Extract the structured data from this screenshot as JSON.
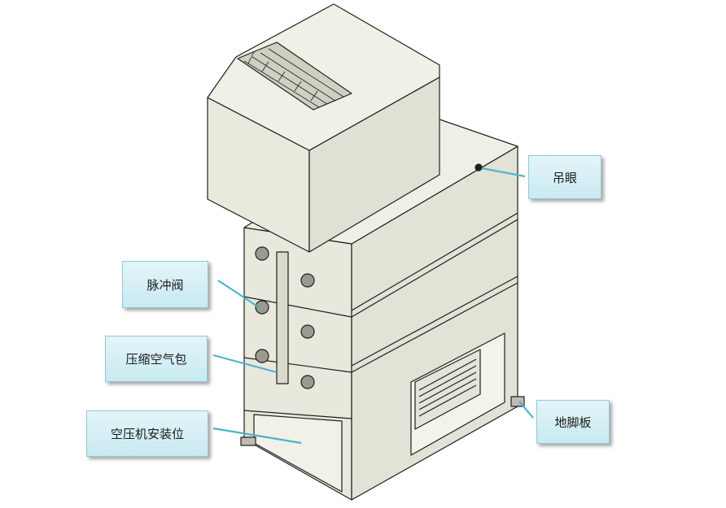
{
  "callouts": {
    "lifting_eye": "吊眼",
    "pulse_valve": "脉冲阀",
    "air_tank": "压缩空气包",
    "compressor_position": "空压机安装位",
    "foot_plate": "地脚板"
  },
  "colors": {
    "panel_fill": "#ebebe0",
    "panel_shade": "#d6d6c9",
    "outline": "#1f1f1f",
    "callout_fill": "#d4eef4",
    "leader": "#4fb3cc"
  }
}
